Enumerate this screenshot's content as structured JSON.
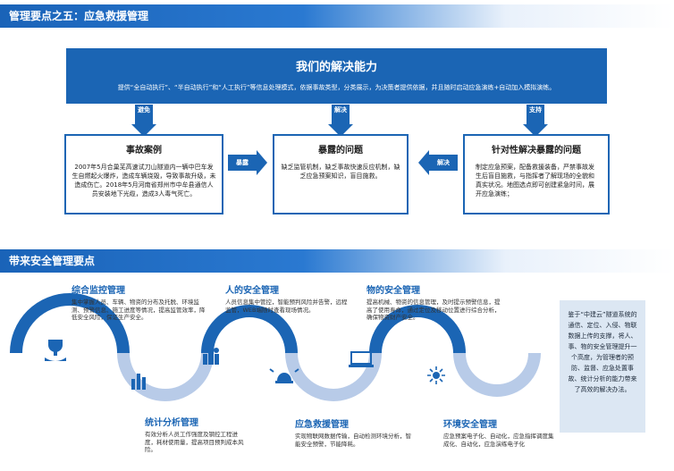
{
  "header1": "管理要点之五：应急救援管理",
  "header2": "带来安全管理要点",
  "top": {
    "title": "我们的解决能力",
    "desc": "提供“全自动执行”、“半自动执行”和“人工执行”等信息处理模式，依据事故类型，分类展示，为决策者提供依据，并且随时启动应急演练+自动加入模拟演练。"
  },
  "arrows": {
    "avoid": "避免",
    "solve_down": "解决",
    "support": "支持",
    "expose": "暴露",
    "solve": "解决"
  },
  "cards": [
    {
      "title": "事故案例",
      "body": "2007年5月合巢芜高速试刀山隧道内一辆中巴车发生自燃起火爆炸，造成车辆烧毁，导致事故升级，未造成伤亡。2018年5月河南省郑州市中牟县通信人员安装地下光缆，造成3人毒气死亡。"
    },
    {
      "title": "暴露的问题",
      "body": "缺乏监管机制，缺乏事故快速反应机制，缺乏应急预案知识，盲目施救。"
    },
    {
      "title": "针对性解决暴露的问题",
      "body": "制定应急预案，配备救援装备，严禁事故发生后盲目施救，与指挥者了解现场的全貌和真实状况。地图选点即可创建紧急时间，展开应急演练；"
    }
  ],
  "nodes": [
    {
      "title": "综合监控管理",
      "desc": "集中掌握人员、车辆、物资的分布及托脱、环境监测、预警信息、施工进度等情况，提高监管效率，降低安全风险，保证生产安全。",
      "icon": "trophy-hand-icon"
    },
    {
      "title": "统计分析管理",
      "desc": "有效分析人员工作强度及钢控工程进度，耗材使用量，提高项目预判成本风险。",
      "icon": "bar-chart-icon"
    },
    {
      "title": "人的安全管理",
      "desc": "人员信息集中管控，智能预判风险并告警，远程监管，WEB端随时查看现场情况。",
      "icon": "people-icon"
    },
    {
      "title": "应急救援管理",
      "desc": "实现物联网数据传输，自动检测环境分析，智能安全预警，节能降耗。",
      "icon": "alarm-bell-icon"
    },
    {
      "title": "物的安全管理",
      "desc": "提高机械、物资的信息管理，及时提示预警信息，提高了使用寿命，通过定位及移动位置进行综合分析，确保物资财产安全。",
      "icon": "laptop-icon"
    },
    {
      "title": "环境安全管理",
      "desc": "应急预案电子化、自动化，应急指挥调度集成化、自动化，应急演练电子化",
      "icon": "sun-icon"
    }
  ],
  "summary": "鉴于“中建云”隧道系统的通信、定位、入侵、物联数据上传的支撑，将人、事、物的安全管理提升一个高度，为管理者的预防、监督、应急处置事故、统计分析的能力带来了高效的解决办法。",
  "colors": {
    "primary": "#1b65b4",
    "light": "#b8cbe8",
    "summary_bg": "#dce7f3"
  }
}
